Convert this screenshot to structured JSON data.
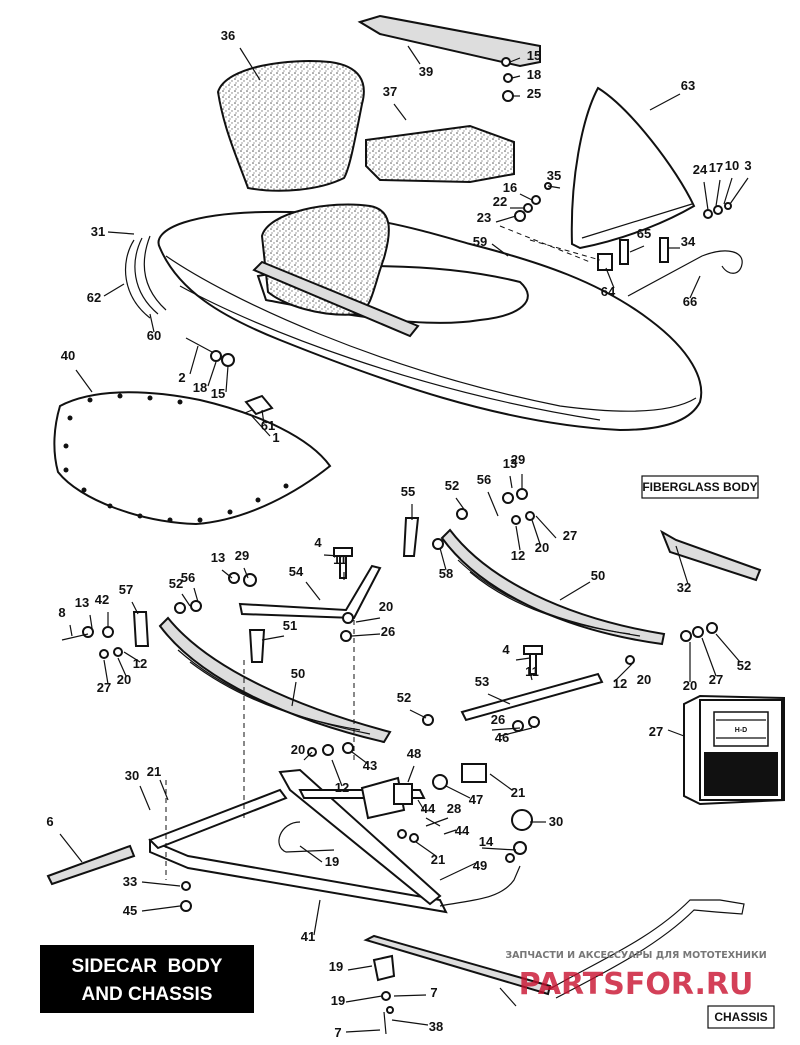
{
  "title_box": {
    "line1": "SIDECAR  BODY",
    "line2": "AND CHASSIS"
  },
  "section_labels": {
    "body": "FIBERGLASS BODY",
    "chassis": "CHASSIS"
  },
  "watermark": {
    "tagline": "ЗАПЧАСТИ И АКСЕССУАРЫ ДЛЯ МОТОТЕХНИКИ",
    "brand": "PARTSFOR.RU"
  },
  "callouts": [
    "36",
    "39",
    "15",
    "18",
    "25",
    "37",
    "63",
    "35",
    "16",
    "22",
    "23",
    "24",
    "17",
    "10",
    "3",
    "31",
    "59",
    "65",
    "34",
    "64",
    "66",
    "62",
    "60",
    "2",
    "18",
    "15",
    "40",
    "61",
    "1",
    "13",
    "29",
    "52",
    "56",
    "55",
    "27",
    "12",
    "20",
    "4",
    "11",
    "54",
    "58",
    "50",
    "32",
    "13",
    "29",
    "52",
    "56",
    "57",
    "8",
    "13",
    "42",
    "20",
    "26",
    "51",
    "12",
    "27",
    "20",
    "50",
    "4",
    "11",
    "52",
    "53",
    "12",
    "20",
    "27",
    "52",
    "20",
    "26",
    "46",
    "27",
    "20",
    "12",
    "43",
    "48",
    "21",
    "30",
    "44",
    "47",
    "21",
    "6",
    "28",
    "44",
    "30",
    "14",
    "21",
    "49",
    "19",
    "33",
    "45",
    "41",
    "19",
    "19",
    "7",
    "7",
    "38"
  ],
  "colors": {
    "ink": "#111111",
    "watermark": "#c8102e",
    "box_dark": "#000000"
  }
}
